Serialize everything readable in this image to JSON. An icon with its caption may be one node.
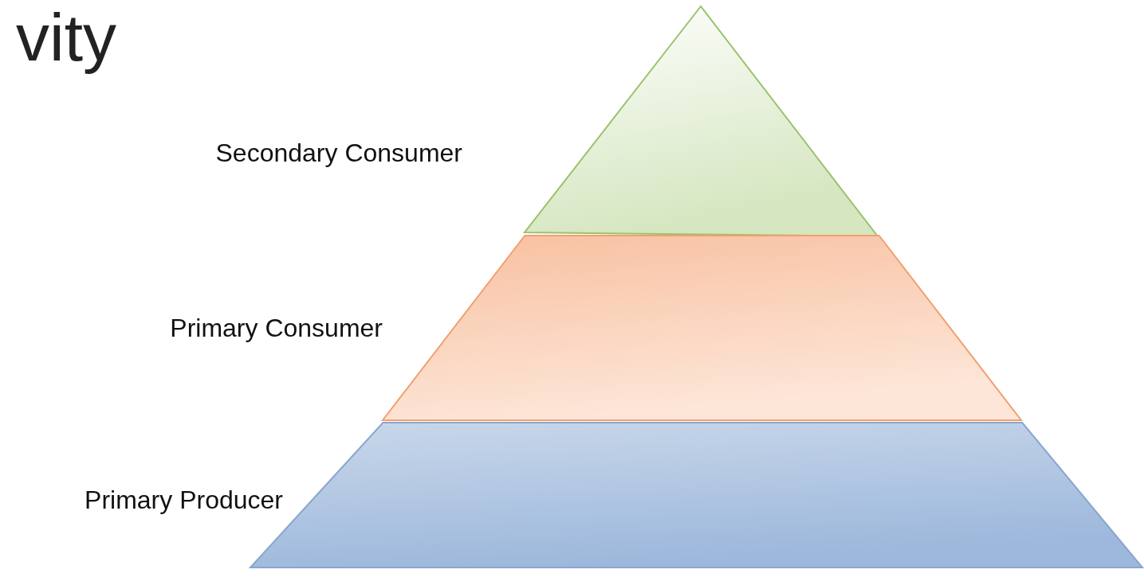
{
  "diagram": {
    "title": "vity",
    "nodes": [
      {
        "text": [],
        "shape": "triangle",
        "beside": [
          "Secondary Consumer"
        ]
      },
      {
        "text": [],
        "shape": "trapezoid",
        "beside": [
          "Primary Consumer"
        ]
      },
      {
        "text": [],
        "shape": "trapezoid",
        "beside": [
          "Primary Producer"
        ]
      }
    ]
  }
}
